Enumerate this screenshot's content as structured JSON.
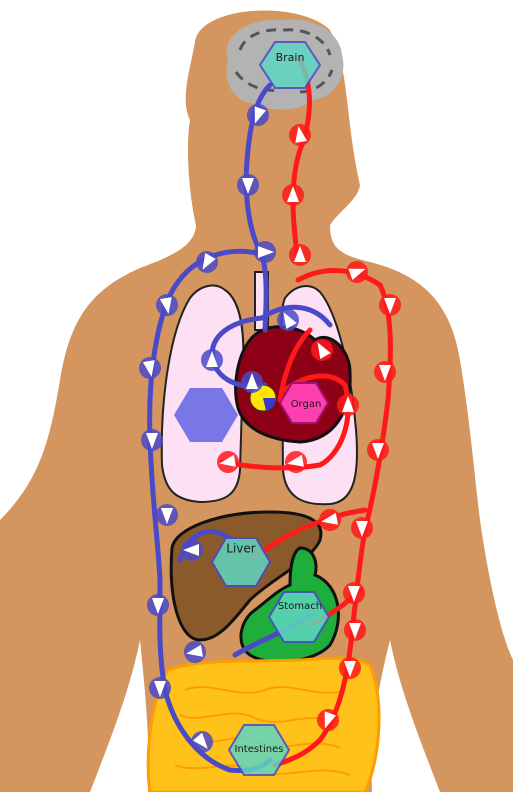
{
  "labels": {
    "brain": "Brain",
    "organ": "Organ",
    "liver": "Liver",
    "stomach": "Stomach",
    "intestines": "Intestines"
  },
  "colors": {
    "skin": "#d4965e",
    "brain": "#b3b3b3",
    "lungs": "#fde0f3",
    "heart": "#8e0015",
    "liver": "#8b5a2b",
    "stomach": "#1fae3b",
    "intestines": "#ffc21a",
    "vein": "#4a4ac8",
    "artery": "#ff1a1a",
    "hex_node": "#5fd6c0",
    "organ_node": "#ff3fb0",
    "lung_node": "#6a6ae6"
  },
  "icons": {
    "flow_marker_blue": "blue-flow-arrow-icon",
    "flow_marker_red": "red-flow-arrow-icon"
  }
}
